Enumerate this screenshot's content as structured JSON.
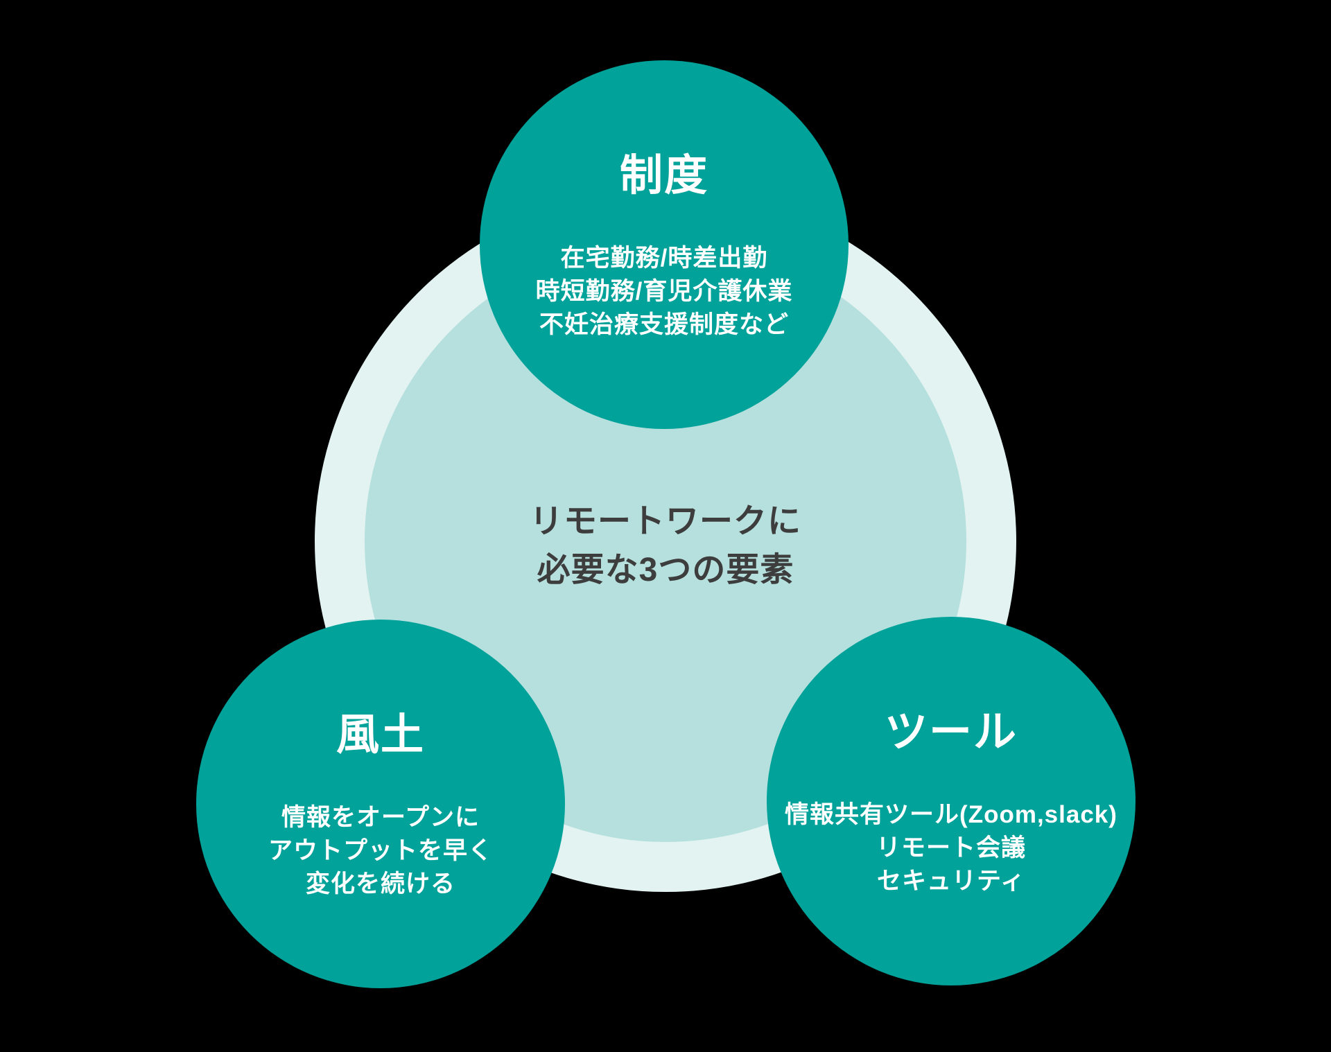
{
  "diagram": {
    "background_color": "#000000",
    "node_fill_color": "#00a29a",
    "node_text_color": "#ffffff",
    "center_fill_color": "#b6e0de",
    "center_ring_color": "#e2f3f1",
    "center_text_color": "#3d3d3d",
    "center_title_line1": "リモートワークに",
    "center_title_line2": "必要な3つの要素"
  },
  "nodes": [
    {
      "title": "制度",
      "items": [
        "在宅勤務/時差出勤",
        "時短勤務/育児介護休業",
        "不妊治療支援制度など"
      ]
    },
    {
      "title": "風土",
      "items": [
        "情報をオープンに",
        "アウトプットを早く",
        "変化を続ける"
      ]
    },
    {
      "title": "ツール",
      "items": [
        "情報共有ツール(Zoom,slack)",
        "リモート会議",
        "セキュリティ"
      ]
    }
  ]
}
